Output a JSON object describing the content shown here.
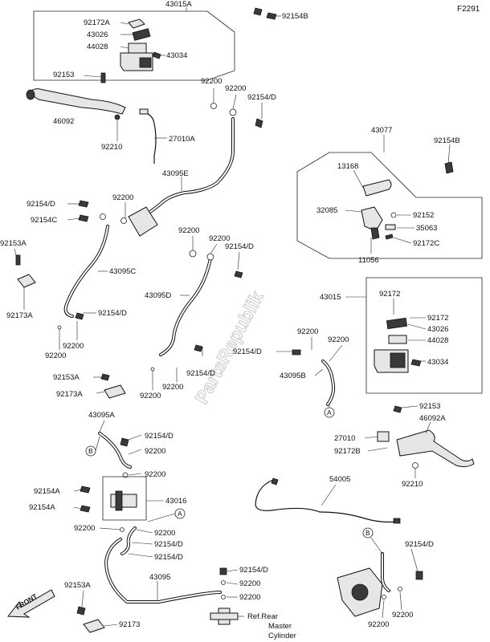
{
  "figure_code": "F2291",
  "watermark": "PartsRepublik",
  "front_label": "FRONT",
  "callouts": {
    "A": "A",
    "B": "B"
  },
  "labels": {
    "p43015A": "43015A",
    "p92172A": "92172A",
    "p43026_a": "43026",
    "p44028_a": "44028",
    "p43034_a": "43034",
    "p92154B_a": "92154B",
    "p92153_a": "92153",
    "p46092": "46092",
    "p92210_a": "92210",
    "p27010A": "27010A",
    "p92200_a": "92200",
    "p92200_b": "92200",
    "p92154D_a": "92154/D",
    "p43095E": "43095E",
    "p92154D_b": "92154/D",
    "p92200_c": "92200",
    "p92154C": "92154C",
    "p92153A_a": "92153A",
    "p92173A_a": "92173A",
    "p43095C": "43095C",
    "p92154D_c": "92154/D",
    "p92200_d": "92200",
    "p92200_e": "92200",
    "p92200_f": "92200",
    "p92200_g": "92200",
    "p92154D_d": "92154/D",
    "p43095D": "43095D",
    "p92154D_e": "92154/D",
    "p92200_h": "92200",
    "p92200_i": "92200",
    "p92153A_b": "92153A",
    "p92173A_b": "92173A",
    "p43077": "43077",
    "p92154B_b": "92154B",
    "p13168": "13168",
    "p32085": "32085",
    "p92152": "92152",
    "p35063": "35063",
    "p92172C": "92172C",
    "p11056": "11056",
    "p43015": "43015",
    "p92172_a": "92172",
    "p92172_b": "92172",
    "p43026_b": "43026",
    "p44028_b": "44028",
    "p43034_b": "43034",
    "p92200_j": "92200",
    "p92200_k": "92200",
    "p92154D_f": "92154/D",
    "p43095B": "43095B",
    "p92153_b": "92153",
    "p46092A": "46092A",
    "p27010": "27010",
    "p92172B": "92172B",
    "p92210_b": "92210",
    "p43095A": "43095A",
    "p92154D_g": "92154/D",
    "p92200_l": "92200",
    "p92200_m": "92200",
    "p92154A_a": "92154A",
    "p92154A_b": "92154A",
    "p43016": "43016",
    "p92200_n": "92200",
    "p92200_o": "92200",
    "p92154D_h": "92154/D",
    "p92154D_i": "92154/D",
    "p54005": "54005",
    "p92154D_j": "92154/D",
    "p92153A_c": "92153A",
    "p43095": "43095",
    "p92154D_k": "92154/D",
    "p92200_p": "92200",
    "p92200_q": "92200",
    "p92173": "92173",
    "p92200_r": "92200",
    "p92200_s": "92200",
    "ref_line1": "Ref.Rear",
    "ref_line2": "Master",
    "ref_line3": "Cylinder"
  }
}
